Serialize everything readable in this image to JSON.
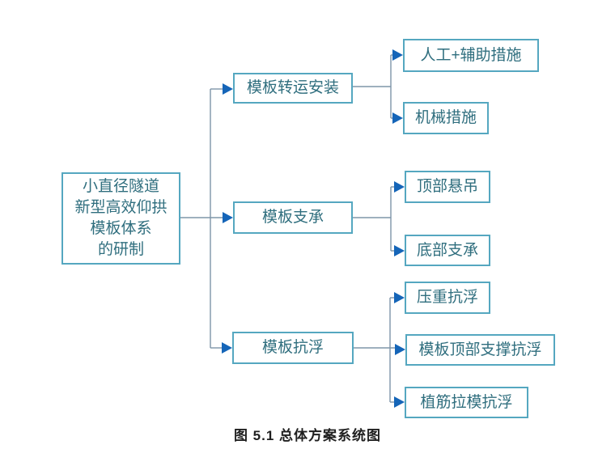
{
  "figure": {
    "caption": "图 5.1 总体方案系统图",
    "root": {
      "lines": [
        "小直径隧道",
        "新型高效仰拱",
        "模板体系",
        "的研制"
      ]
    },
    "branches": [
      {
        "label": "模板转运安装",
        "children": [
          "人工+辅助措施",
          "机械措施"
        ]
      },
      {
        "label": "模板支承",
        "children": [
          "顶部悬吊",
          "底部支承"
        ]
      },
      {
        "label": "模板抗浮",
        "children": [
          "压重抗浮",
          "模板顶部支撑抗浮",
          "植筋拉模抗浮"
        ]
      }
    ],
    "colors": {
      "box_border": "#55a7c0",
      "box_text": "#2f6e7e",
      "line": "#7e95a8",
      "arrow": "#1565b8",
      "caption_text": "#1f1f1f"
    }
  }
}
